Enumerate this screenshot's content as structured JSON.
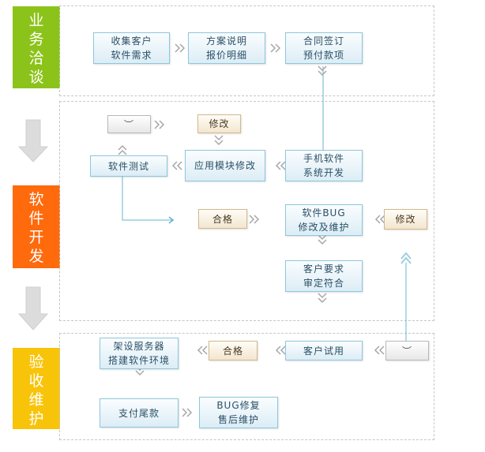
{
  "tabs": {
    "negotiation": [
      "业",
      "务",
      "洽",
      "谈"
    ],
    "development": [
      "软",
      "件",
      "开",
      "发"
    ],
    "acceptance": [
      "验",
      "收",
      "维",
      "护"
    ]
  },
  "nodes": {
    "collect": [
      "收集客户",
      "软件需求"
    ],
    "plan": [
      "方案说明",
      "报价明细"
    ],
    "contract": [
      "合同签订",
      "预付款项"
    ],
    "smile_top": "︶",
    "modify_top": "修改",
    "test": "软件测试",
    "module_modify": "应用模块修改",
    "mobile_dev": [
      "手机软件",
      "系统开发"
    ],
    "qualified_dev": "合格",
    "bug_fix": [
      "软件BUG",
      "修改及维护"
    ],
    "modify_right": "修改",
    "requirement_check": [
      "客户要求",
      "审定符合"
    ],
    "setup_server": [
      "架设服务器",
      "搭建软件环境"
    ],
    "qualified_accept": "合格",
    "trial": "客户试用",
    "smile_bottom": "︶",
    "final_payment": "支付尾款",
    "after_sales": [
      "BUG修复",
      "售后维护"
    ]
  },
  "colors": {
    "negotiation": "#8cc31a",
    "development": "#ff6a0c",
    "acceptance": "#f8c40a",
    "connector": "#66b4cc",
    "down_arrow": "#dcdcdc"
  }
}
